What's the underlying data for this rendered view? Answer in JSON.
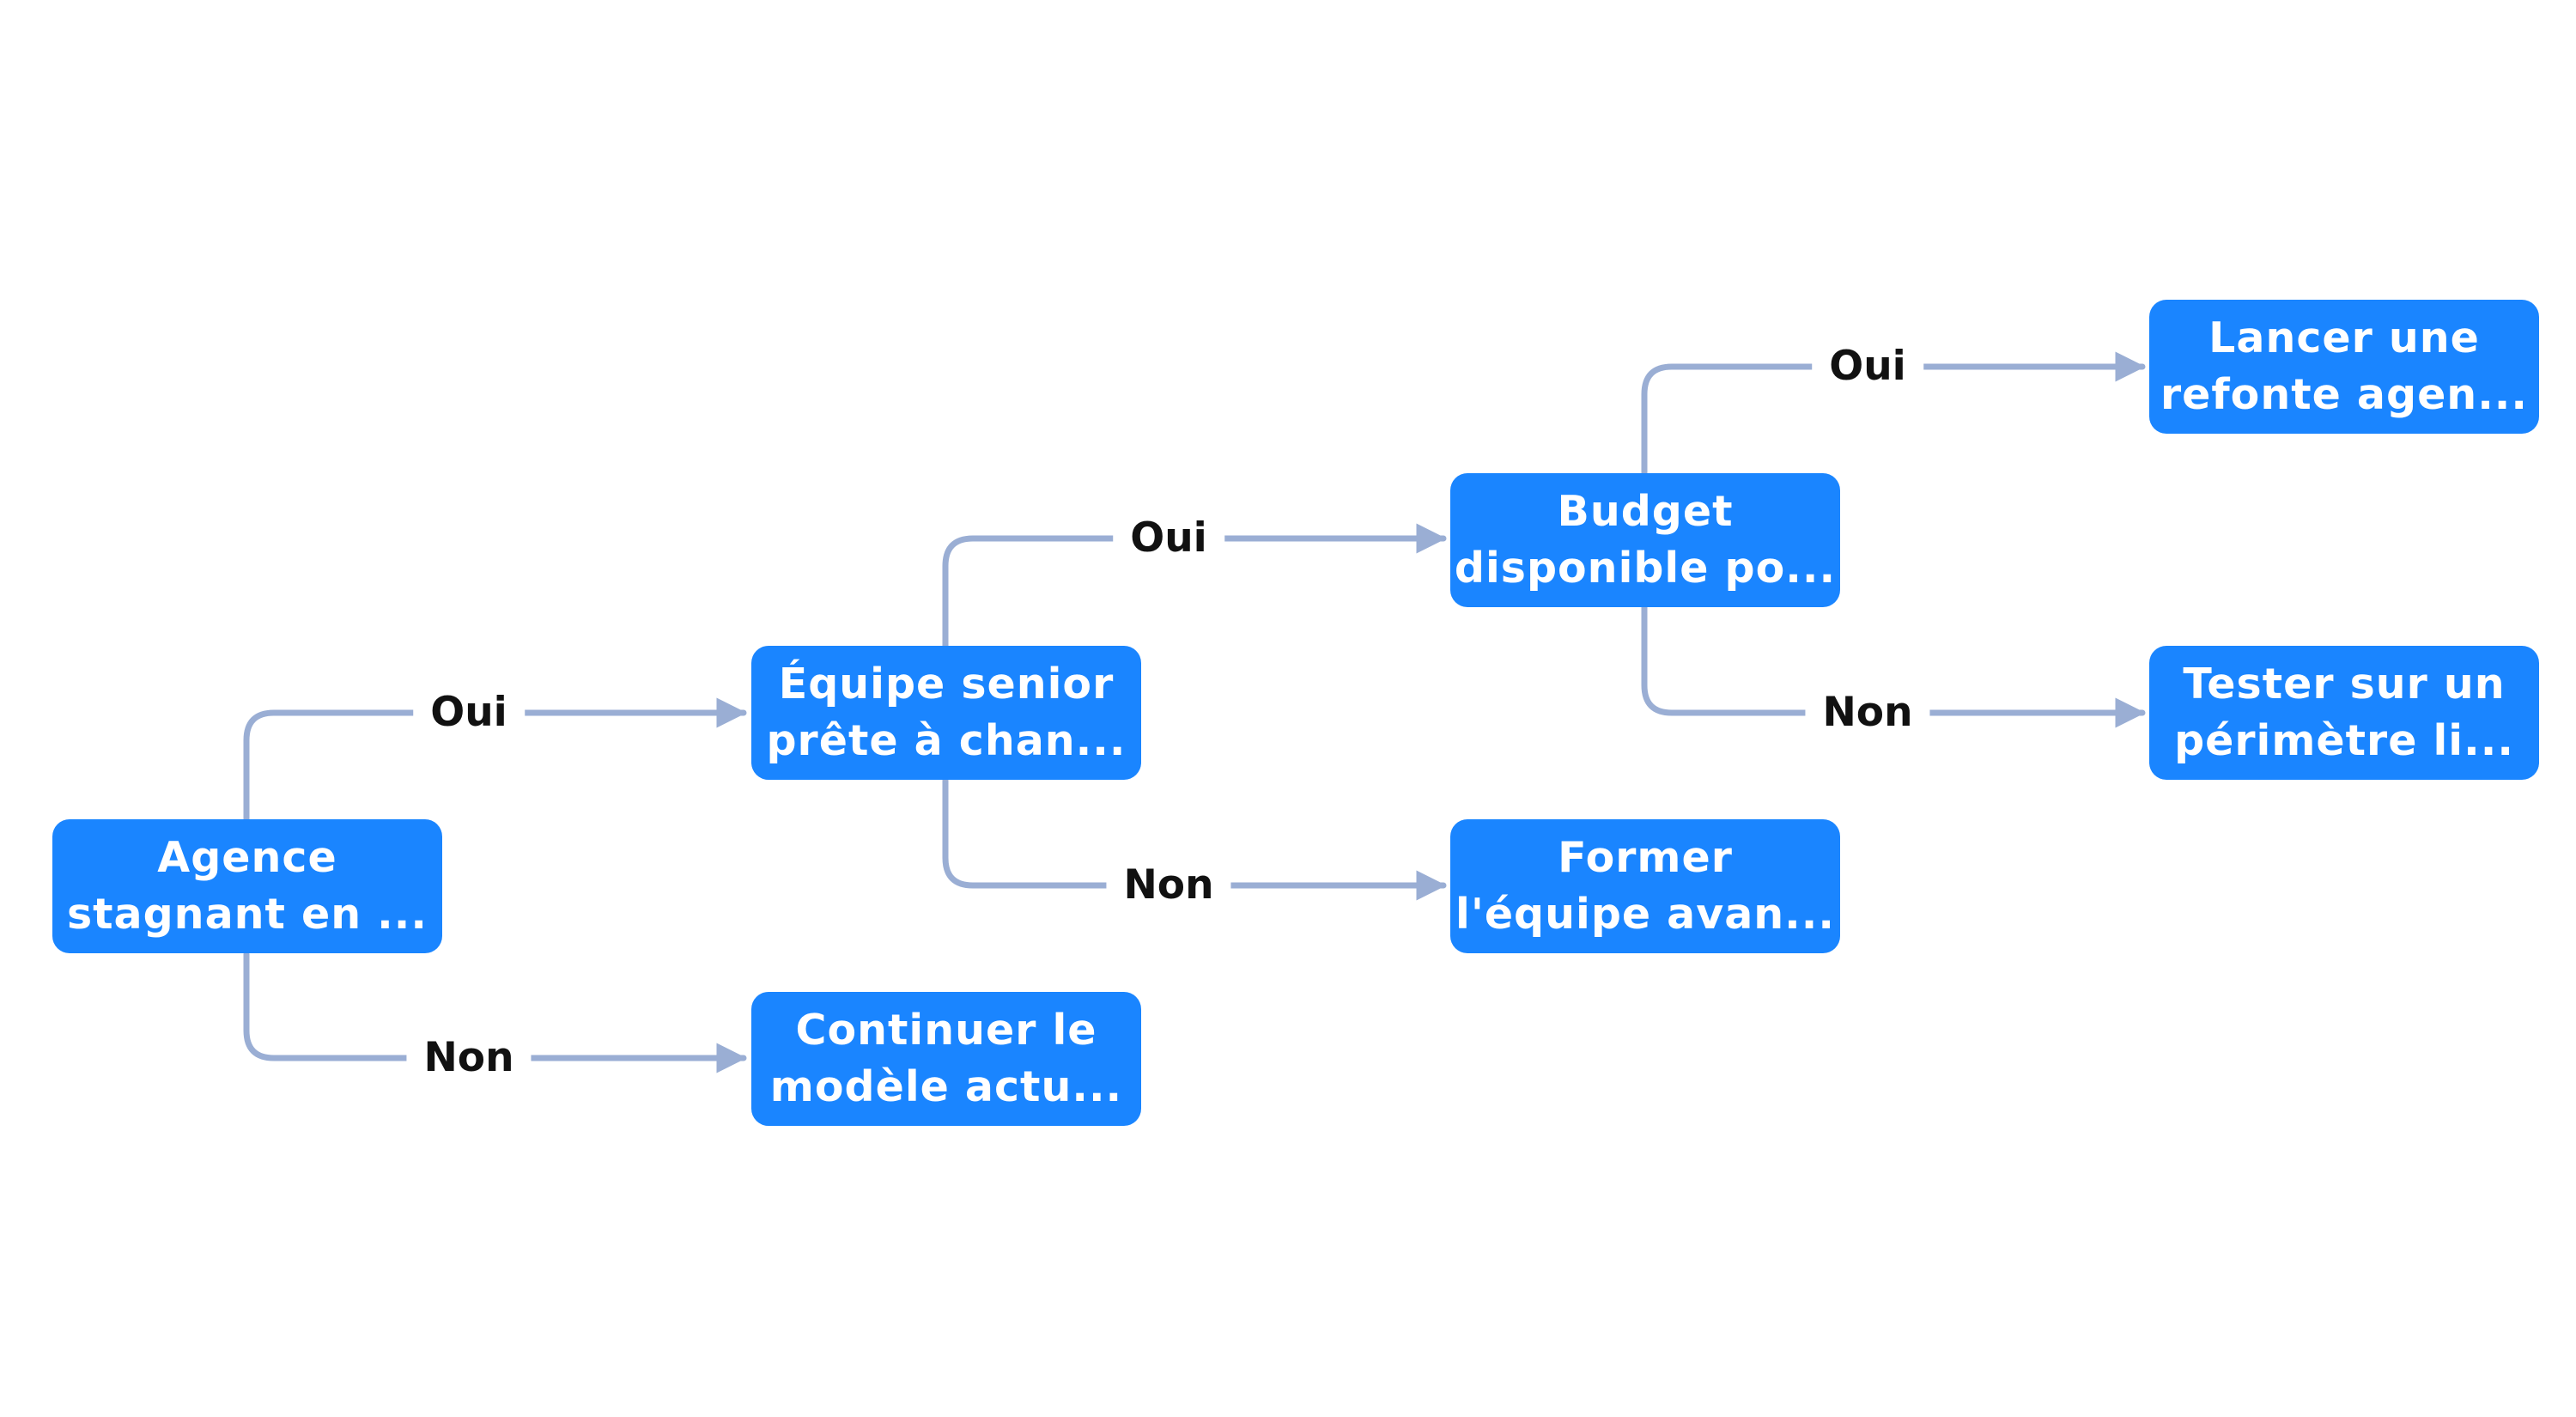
{
  "colors": {
    "node_fill": "#1a85ff",
    "node_text": "#ffffff",
    "connector": "#9aaed4",
    "label_text": "#111111",
    "background": "#ffffff"
  },
  "nodes": {
    "root": {
      "line1": "Agence",
      "line2": "stagnant en ..."
    },
    "team": {
      "line1": "Équipe senior",
      "line2": "prête à chan..."
    },
    "continue": {
      "line1": "Continuer le",
      "line2": "modèle actu..."
    },
    "budget": {
      "line1": "Budget",
      "line2": "disponible po..."
    },
    "train": {
      "line1": "Former",
      "line2": "l'équipe avan..."
    },
    "launch": {
      "line1": "Lancer une",
      "line2": "refonte agen..."
    },
    "test": {
      "line1": "Tester sur un",
      "line2": "périmètre li..."
    }
  },
  "edges": {
    "root_team": "Oui",
    "root_continue": "Non",
    "team_budget": "Oui",
    "team_train": "Non",
    "budget_launch": "Oui",
    "budget_test": "Non"
  }
}
